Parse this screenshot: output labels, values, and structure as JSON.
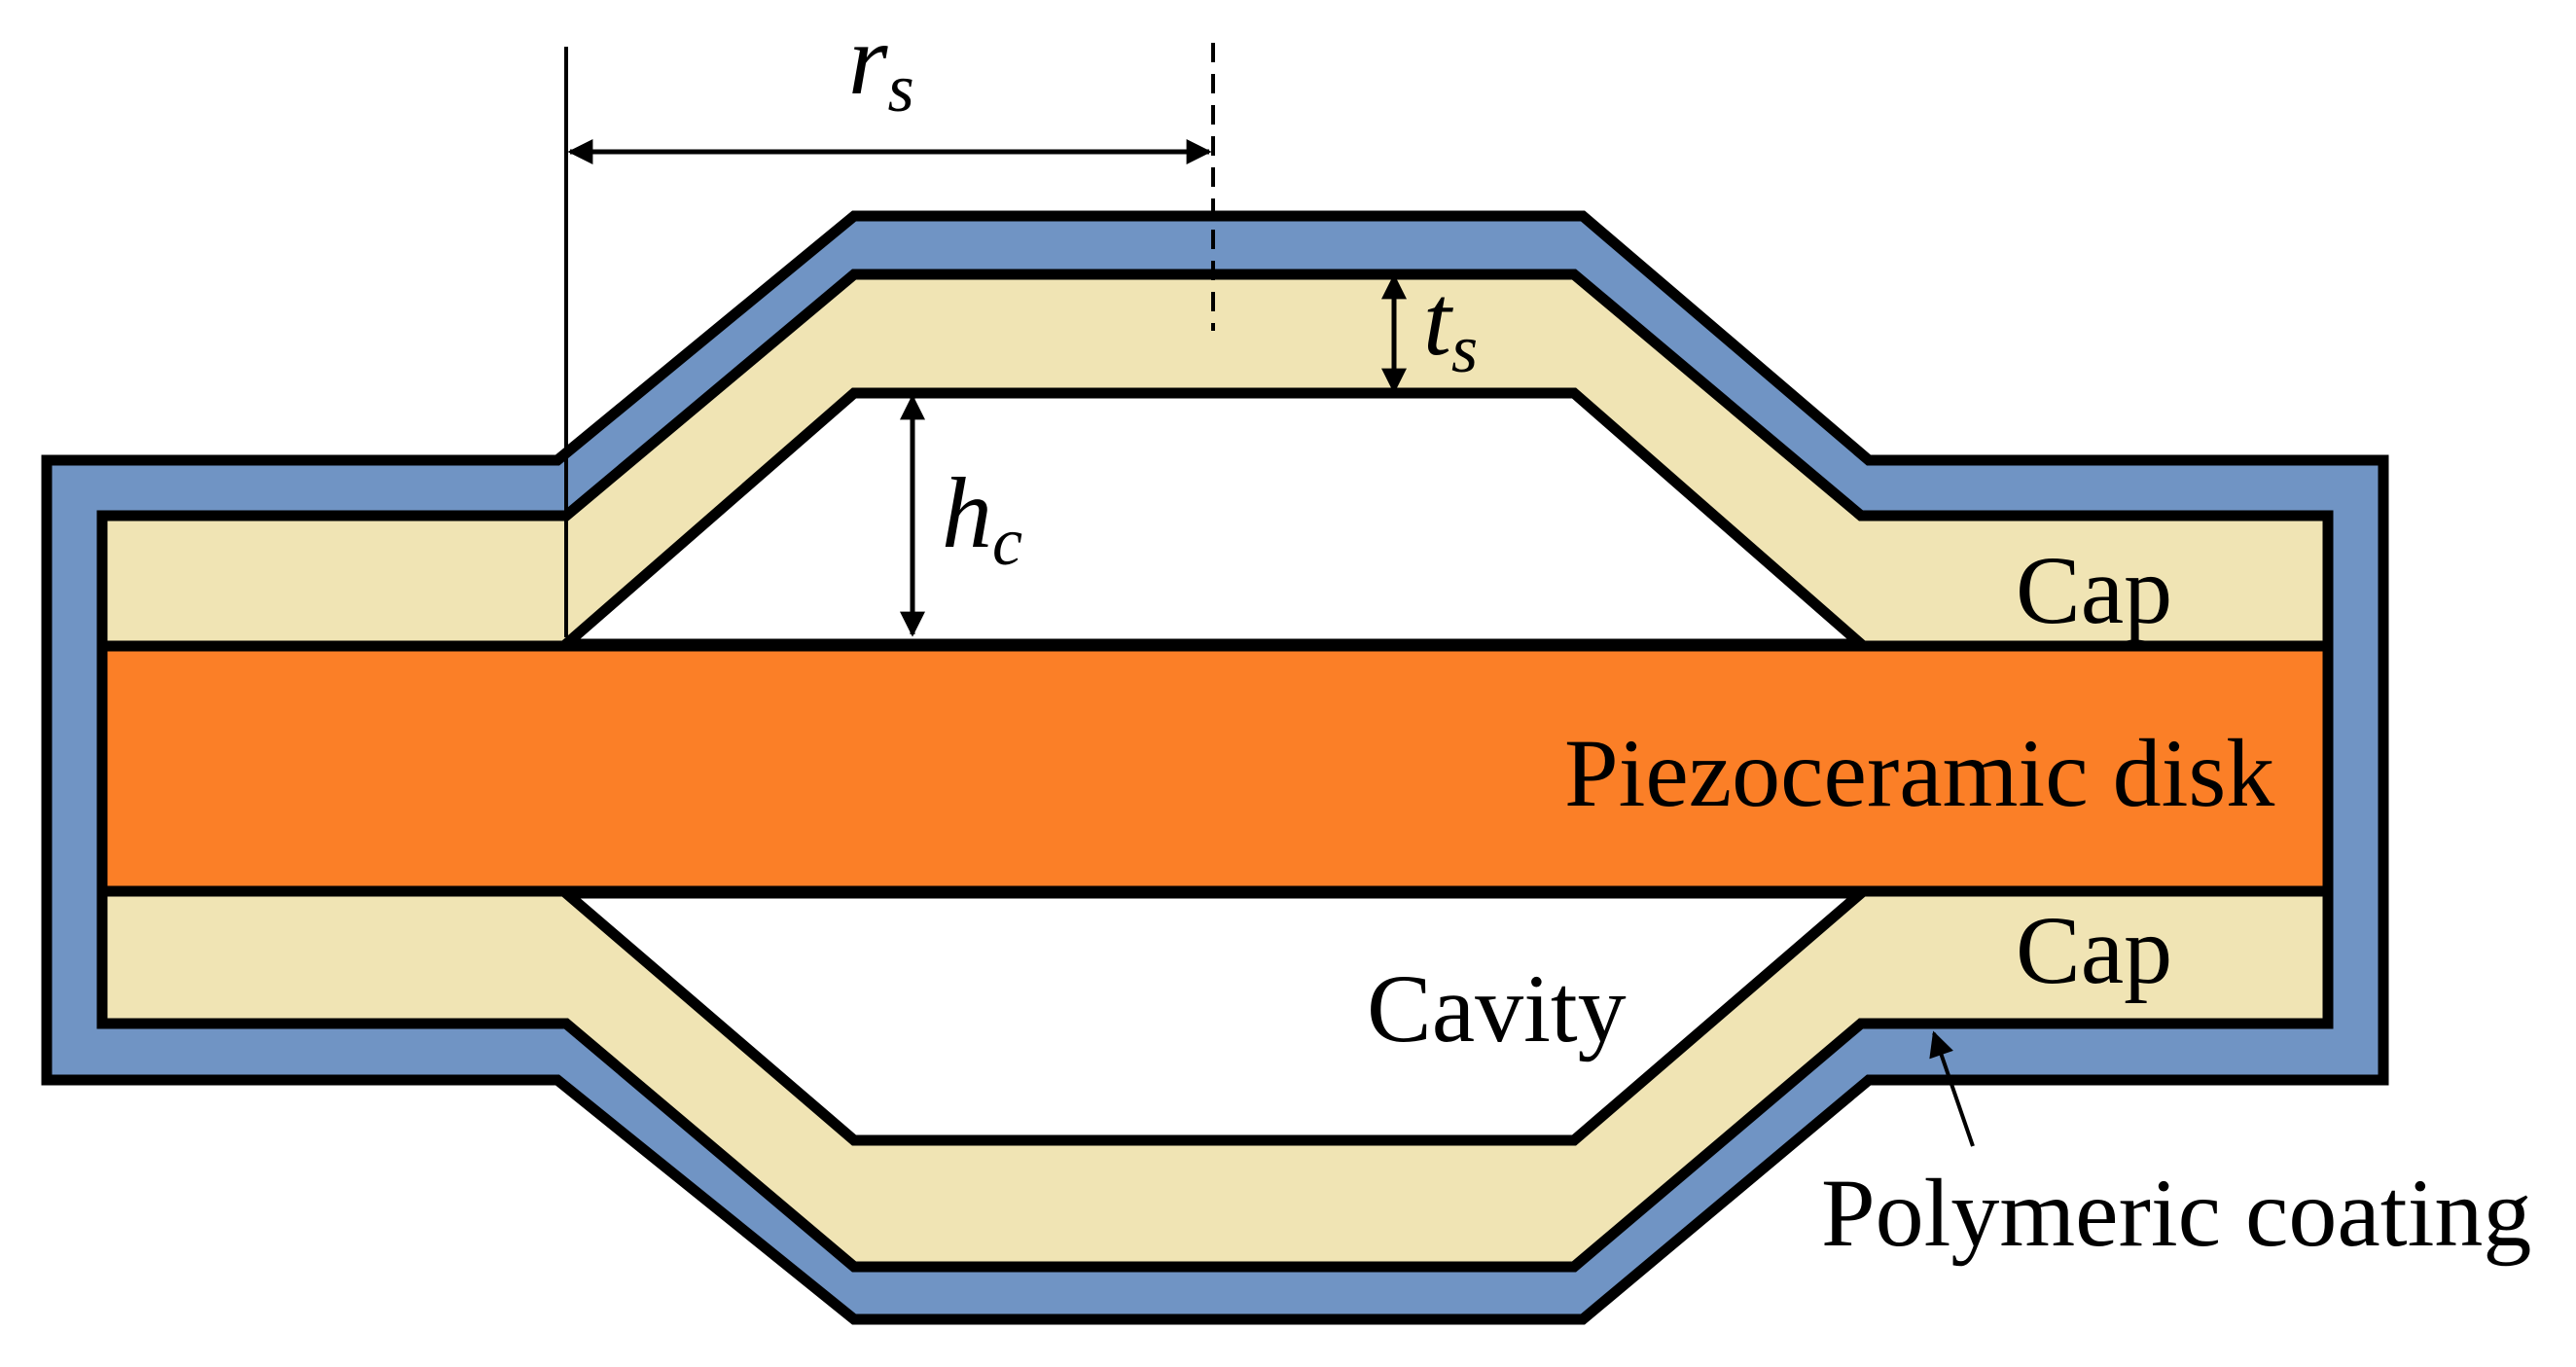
{
  "colors": {
    "coating": "#7094c4",
    "cap": "#f0e4b4",
    "piezo": "#fb7f27",
    "cavity": "#ffffff",
    "outline": "#000000"
  },
  "labels": {
    "cap_top": "Cap",
    "cap_bottom": "Cap",
    "piezo": "Piezoceramic disk",
    "cavity": "Cavity",
    "coating": "Polymeric coating"
  },
  "dimensions": {
    "r_s": {
      "symbol": "r",
      "subscript": "s"
    },
    "t_s": {
      "symbol": "t",
      "subscript": "s"
    },
    "h_c": {
      "symbol": "h",
      "subscript": "c"
    }
  }
}
